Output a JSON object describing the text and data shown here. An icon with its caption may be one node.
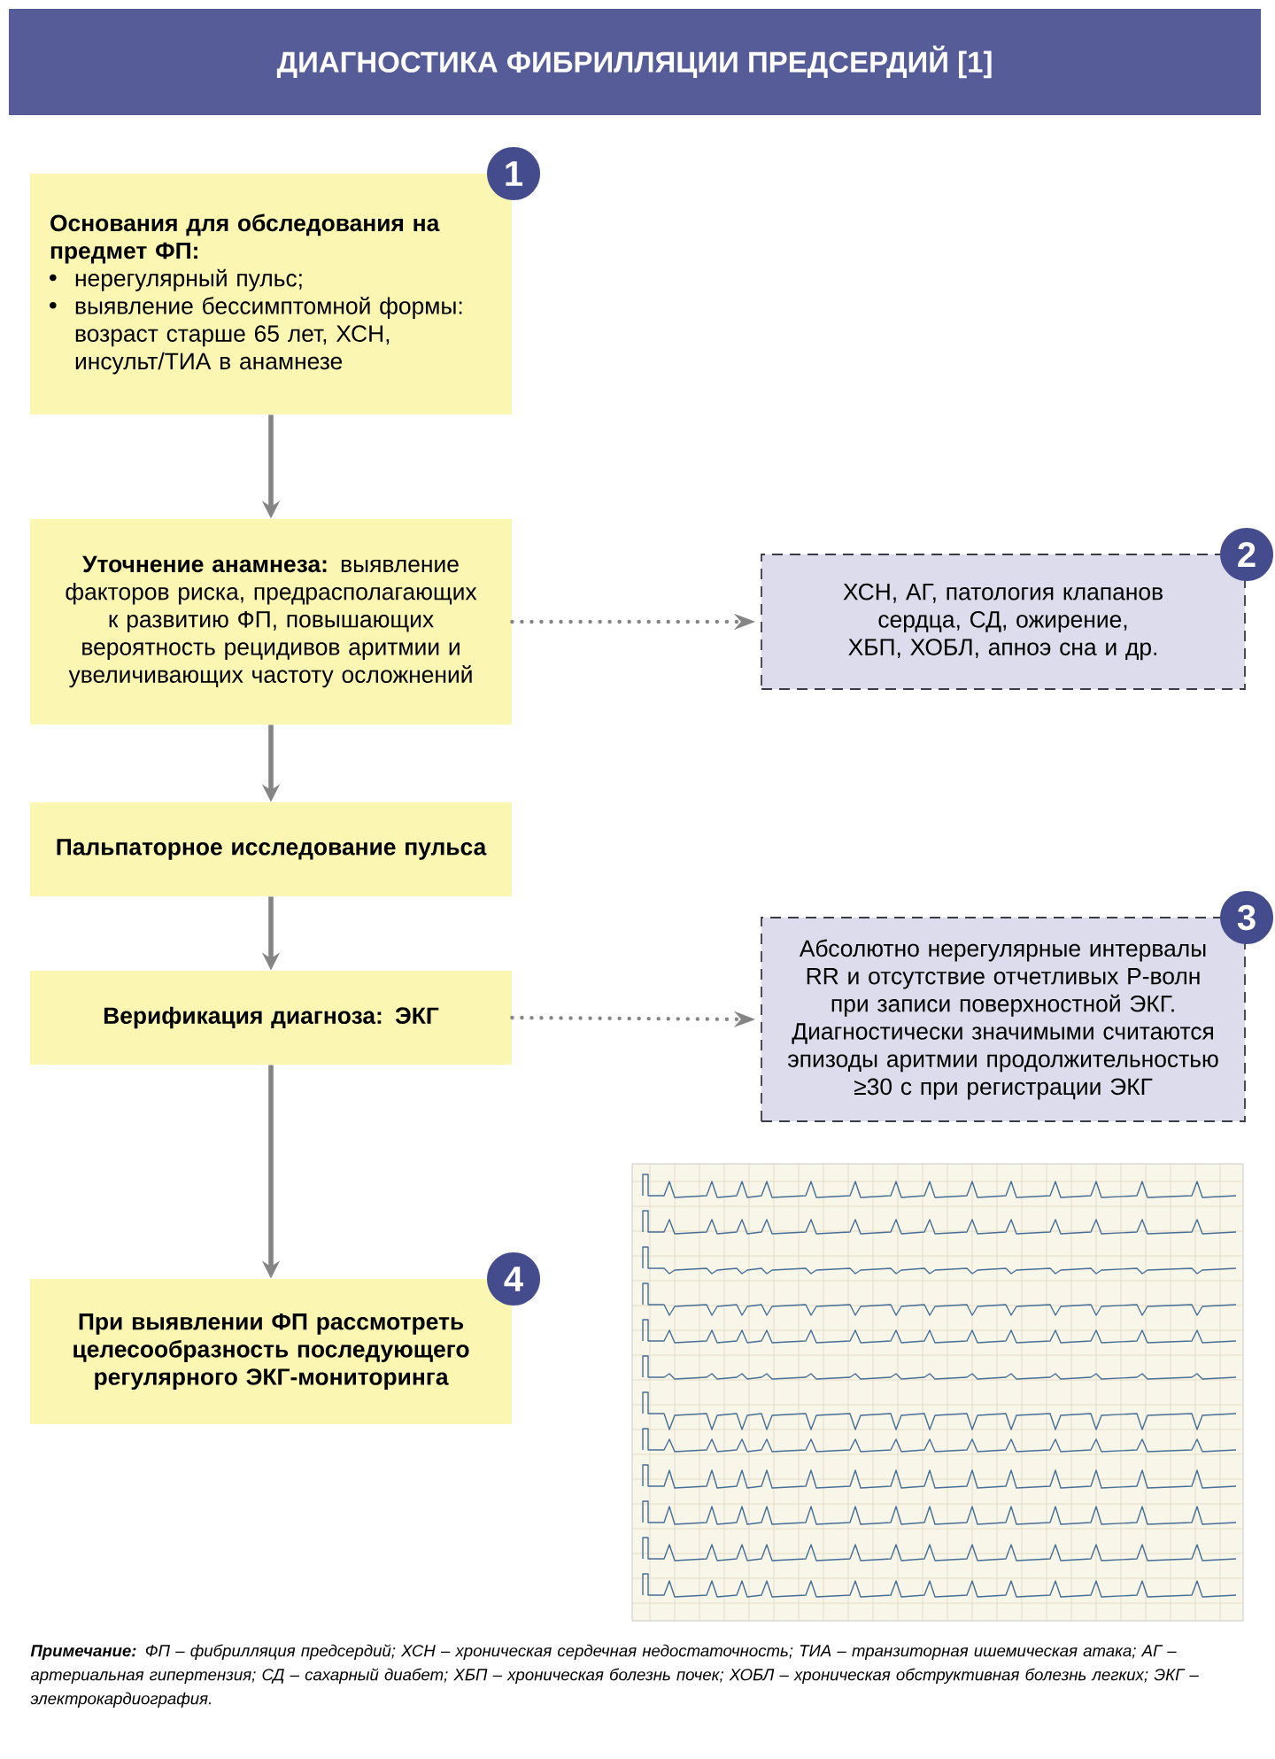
{
  "diagram": {
    "title": "ДИАГНОСТИКА ФИБРИЛЛЯЦИИ ПРЕДСЕРДИЙ [1]",
    "caption": "**Примечание:** ФП – фибрилляция предсердий; ХСН – хроническая сердечная недостаточность; ТИА – транзиторная ишемическая атака; АГ – артериальная гипертензия; СД – сахарный диабет; ХБП – хроническая болезнь почек; ХОБЛ – хроническая обструктивная болезнь легких; ЭКГ – электрокардиография.",
    "nodes": [
      {
        "text": [
          "Основания для обследования на предмет ФП:",
          "нерегулярный пульс;",
          "выявление бессимптомной формы: возраст старше 65 лет, ХСН, инсульт/ТИА в анамнезе"
        ],
        "beside": [
          "1"
        ]
      },
      {
        "text": [
          "**Уточнение анамнеза:** выявление факторов риска, предрасполагающих к развитию ФП, повышающих вероятность рецидивов аритмии и увеличивающих частоту осложнений"
        ]
      },
      {
        "text": [
          "ХСН, АГ, патология клапанов сердца, СД, ожирение, ХБП, ХОБЛ, апноэ сна и др."
        ],
        "beside": [
          "2"
        ]
      },
      {
        "text": [
          "Пальпаторное исследование пульса"
        ]
      },
      {
        "text": [
          "Верификация диагноза: ЭКГ"
        ]
      },
      {
        "text": [
          "Абсолютно нерегулярные интервалы RR и отсутствие отчетливых P-волн при записи поверхностной ЭКГ. Диагностически значимыми считаются эпизоды аритмии продолжительностью ≥30 с при регистрации ЭКГ"
        ],
        "beside": [
          "3"
        ]
      },
      {
        "text": [
          "При выявлении ФП рассмотреть целесообразность последующего регулярного ЭКГ-мониторинга"
        ],
        "beside": [
          "4"
        ]
      }
    ],
    "edges": [
      {
        "from": 0,
        "to": 1,
        "arrow": "to"
      },
      {
        "from": 1,
        "to": 2,
        "arrow": "to",
        "style": "dashed"
      },
      {
        "from": 1,
        "to": 3,
        "arrow": "to"
      },
      {
        "from": 3,
        "to": 4,
        "arrow": "to"
      },
      {
        "from": 4,
        "to": 5,
        "arrow": "to",
        "style": "dashed"
      },
      {
        "from": 4,
        "to": 6,
        "arrow": "to"
      }
    ]
  }
}
